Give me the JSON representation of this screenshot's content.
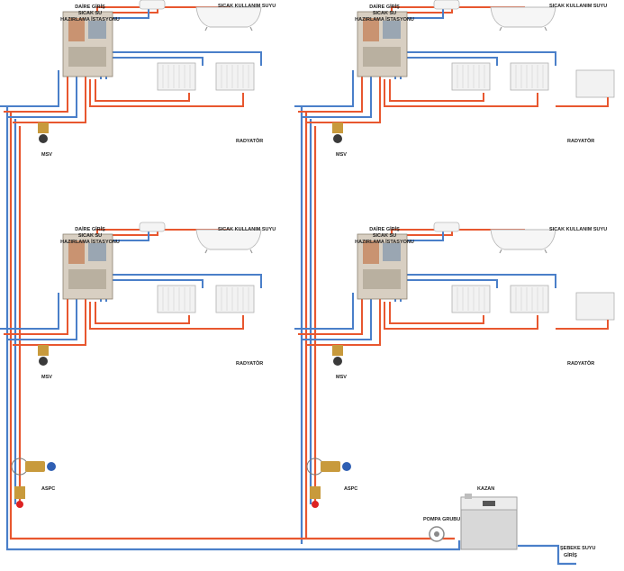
{
  "labels": {
    "station": [
      "DAİRE GİRİŞ",
      "SICAK SU",
      "HAZIRLAMA İSTASYONU"
    ],
    "hot_water": "SICAK KULLANIM SUYU",
    "radiator": "RADYATÖR",
    "msv": "MSV",
    "apc": "ASPC",
    "circulation_pump": "POMPA GRUBU",
    "boiler": "KAZAN",
    "city_water": [
      "ŞEBEKE SUYU",
      "GİRİŞ"
    ]
  },
  "colors": {
    "hot_pipe": "#e8572f",
    "cold_pipe": "#4a7fc9",
    "radiator_fill": "#f2f2f2",
    "radiator_stroke": "#b0b0b0",
    "station_body": "#d8cfc2"
  },
  "icons": {
    "radiator": "radiator-icon",
    "bathtub": "bathtub-icon",
    "sink": "sink-icon",
    "valve": "valve-icon",
    "boiler": "boiler-icon",
    "pump": "pump-icon"
  }
}
